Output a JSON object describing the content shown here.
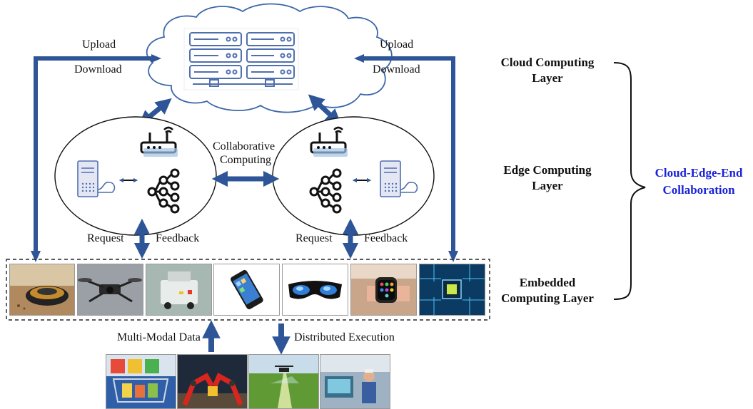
{
  "labels": {
    "upload_left": "Upload",
    "download_left": "Download",
    "upload_right": "Upload",
    "download_right": "Download",
    "collaborative_line1": "Collaborative",
    "collaborative_line2": "Computing",
    "request_left": "Request",
    "feedback_left": "Feedback",
    "request_right": "Request",
    "feedback_right": "Feedback",
    "multimodal": "Multi-Modal Data",
    "distributed": "Distributed Execution"
  },
  "layers": {
    "cloud_line1": "Cloud Computing",
    "cloud_line2": "Layer",
    "edge_line1": "Edge Computing",
    "edge_line2": "Layer",
    "embedded_line1": "Embedded",
    "embedded_line2": "Computing Layer"
  },
  "collaboration": {
    "line1": "Cloud-Edge-End",
    "line2": "Collaboration"
  },
  "device_images": [
    "robot-vacuum",
    "drone",
    "mobile-robot",
    "smartphone",
    "vr-glasses",
    "smartwatch",
    "chip"
  ],
  "application_images": [
    "shopping-cart",
    "robot-arms",
    "agricultural-drone",
    "factory-worker"
  ],
  "colors": {
    "arrow": "#2e5597",
    "cloud_stroke": "#3b67a8",
    "icon_blue": "#4f6fae",
    "collab_text": "#1a22d8"
  }
}
